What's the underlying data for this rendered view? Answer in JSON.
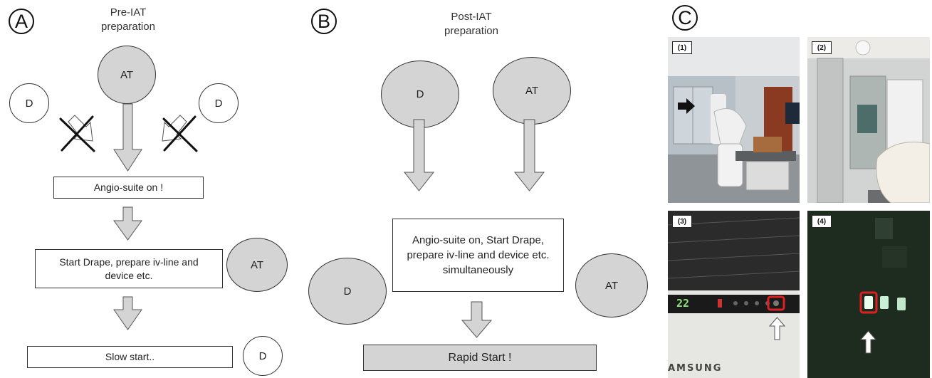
{
  "panel_a": {
    "badge": "A",
    "heading": "Pre-IAT preparation",
    "roles": {
      "at_top": "AT",
      "d_left": "D",
      "d_right": "D",
      "at_side": "AT",
      "d_bottom": "D"
    },
    "steps": {
      "step1": "Angio-suite on !",
      "step2": "Start Drape, prepare iv-line and device etc.",
      "step3": "Slow start.."
    }
  },
  "panel_b": {
    "badge": "B",
    "heading": "Post-IAT preparation",
    "roles": {
      "d_top": "D",
      "at_top": "AT",
      "d_left": "D",
      "at_right": "AT"
    },
    "steps": {
      "step1": "Angio-suite on, Start Drape, prepare iv-line and device etc. simultaneously",
      "step2": "Rapid Start !"
    }
  },
  "panel_c": {
    "badge": "C",
    "photos": [
      {
        "tag": "(1)"
      },
      {
        "tag": "(2)"
      },
      {
        "tag": "(3)",
        "display_text": "22",
        "brand_text": "AMSUNG"
      },
      {
        "tag": "(4)"
      }
    ]
  },
  "colors": {
    "role_fill": "#d4d4d4",
    "arrow_fill": "#d4d4d4",
    "highlight": "#e02020",
    "box_border": "#333333"
  }
}
